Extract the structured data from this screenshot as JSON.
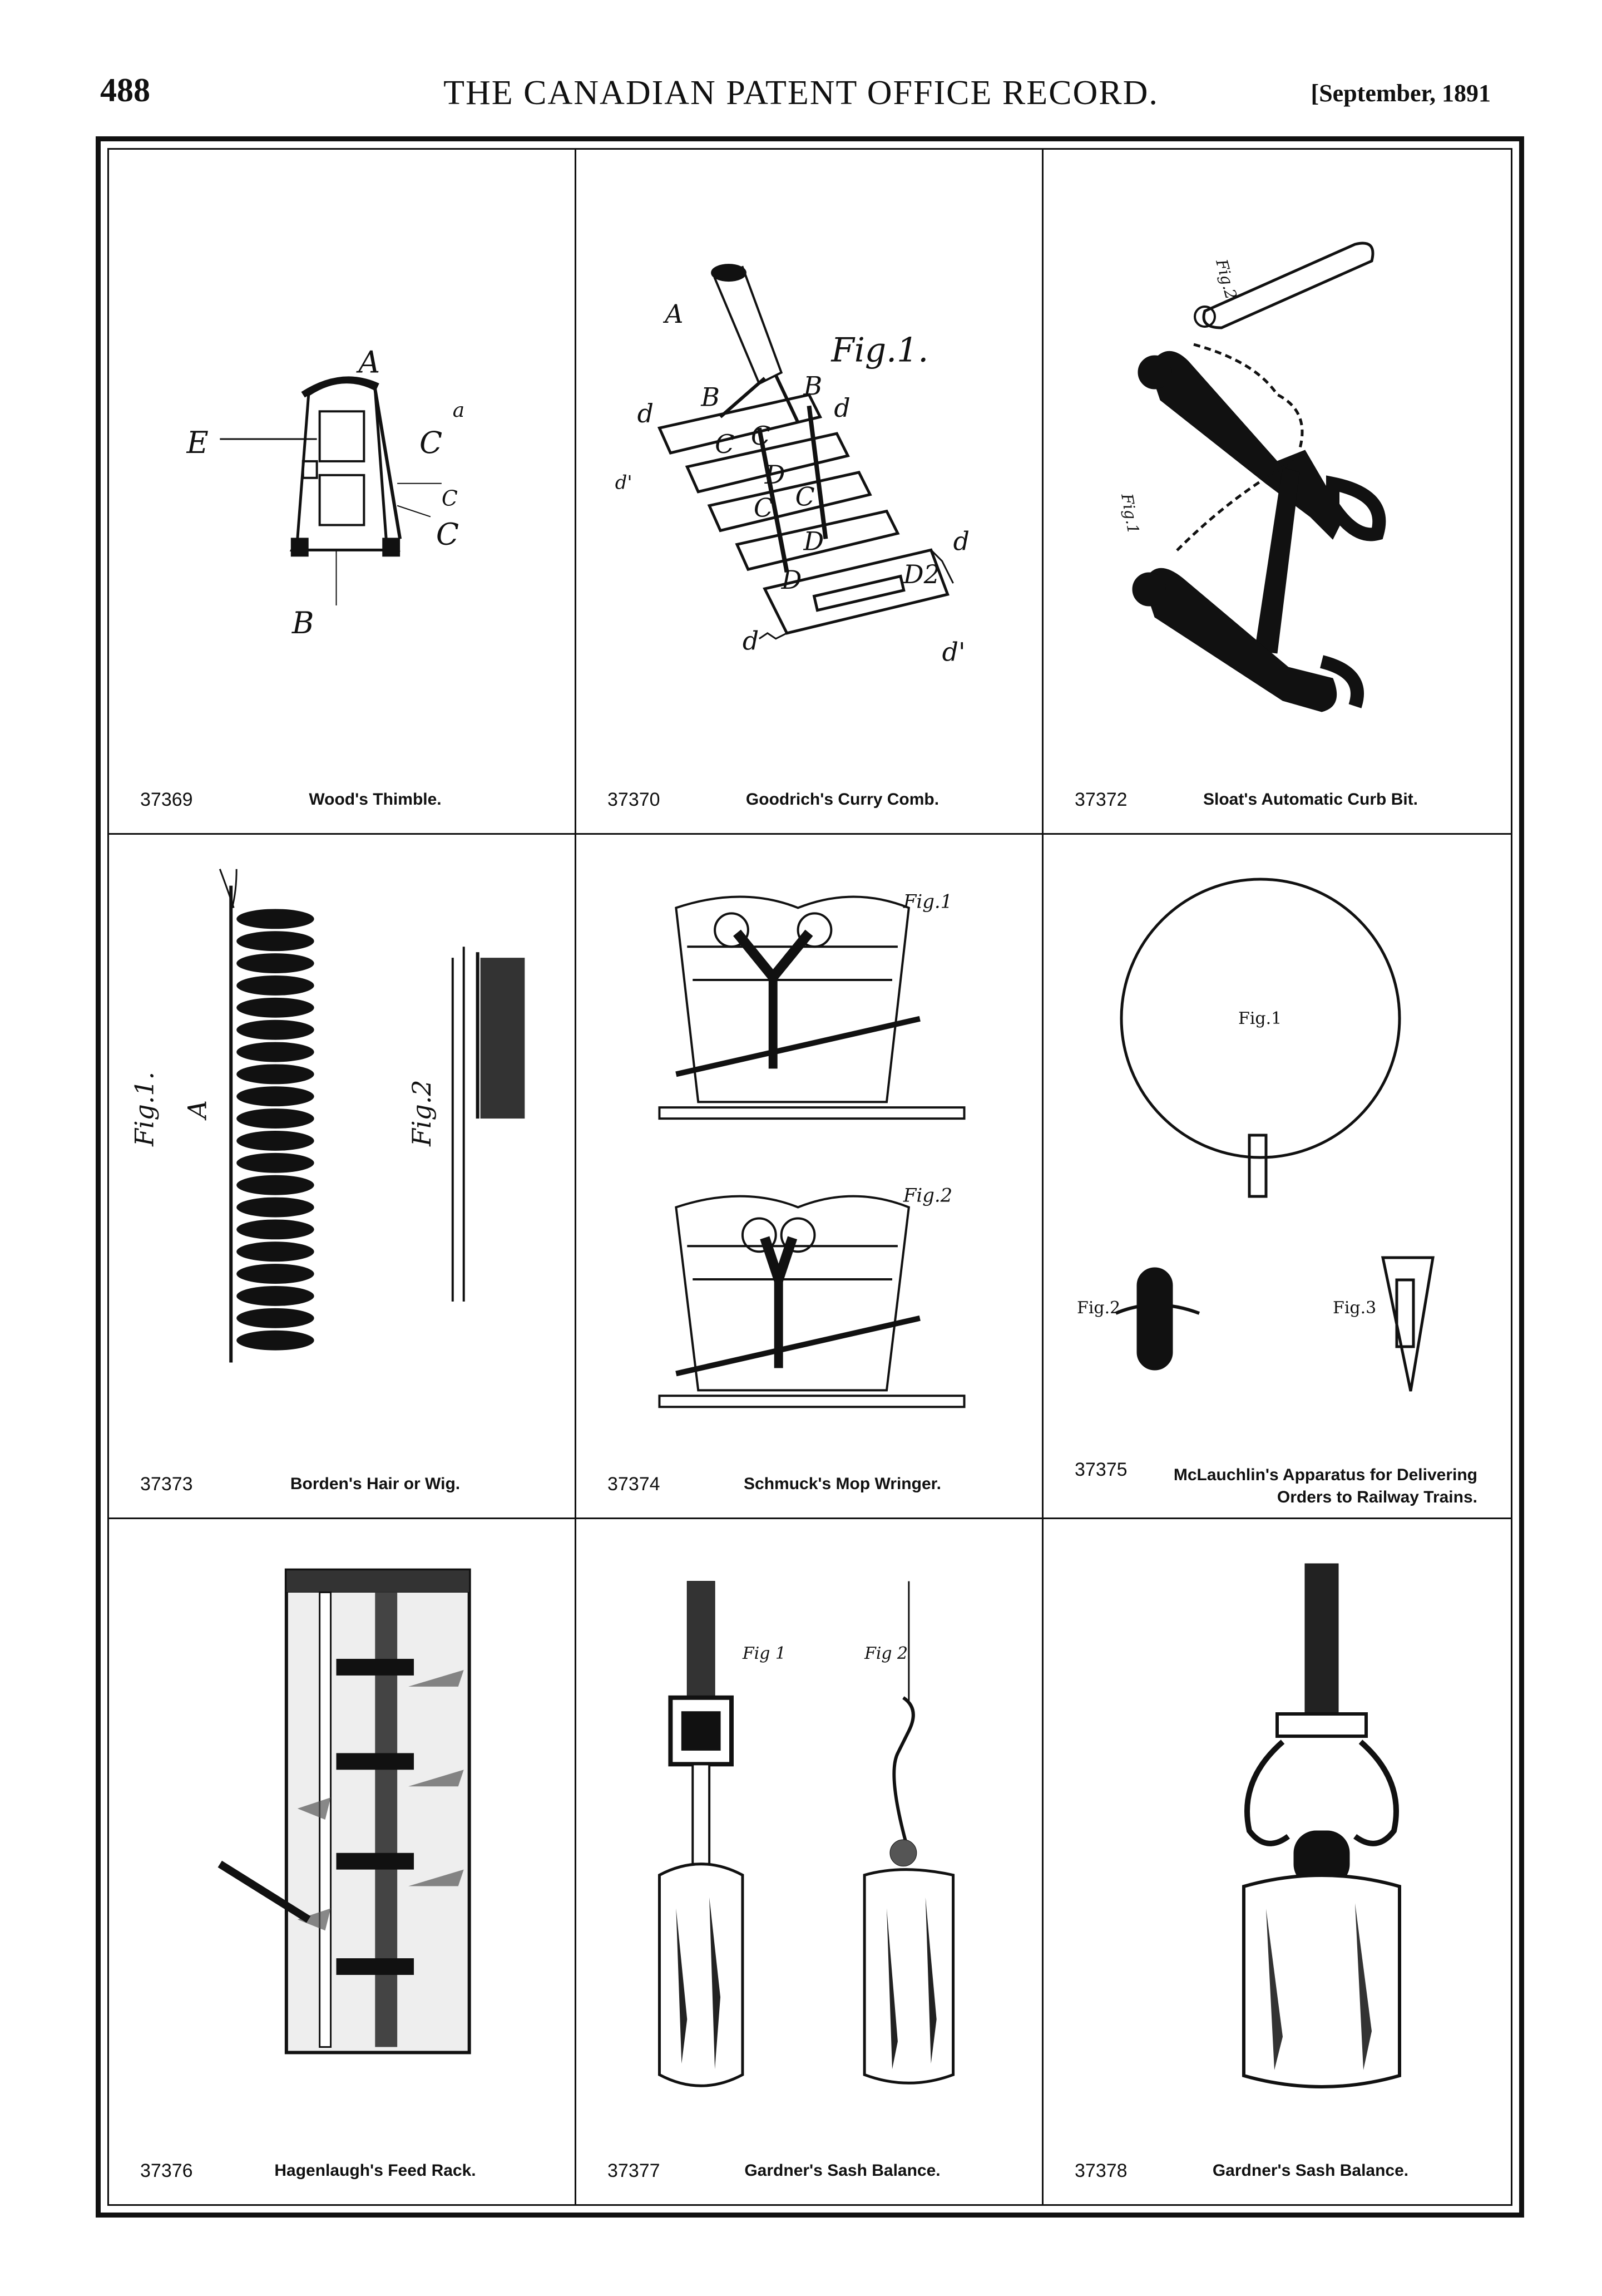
{
  "header": {
    "page_number": "488",
    "journal_title": "THE CANADIAN PATENT OFFICE RECORD.",
    "issue_date": "[September, 1891"
  },
  "patents": [
    {
      "number": "37369",
      "title": "Wood's Thimble.",
      "drawing": "thimble-drawing",
      "labels": [
        "A",
        "E",
        "C",
        "C",
        "C",
        "B",
        "a"
      ]
    },
    {
      "number": "37370",
      "title": "Goodrich's Curry Comb.",
      "drawing": "curry-comb-drawing",
      "labels": [
        "A",
        "B",
        "B",
        "d",
        "d",
        "C",
        "C",
        "D",
        "C",
        "C",
        "D",
        "D",
        "d",
        "d'",
        "D2",
        "d",
        "d'",
        "Fig.1."
      ]
    },
    {
      "number": "37372",
      "title": "Sloat's Automatic Curb Bit.",
      "drawing": "curb-bit-drawing",
      "labels": [
        "Fig.2",
        "Fig.1"
      ]
    },
    {
      "number": "37373",
      "title": "Borden's Hair or Wig.",
      "drawing": "wig-drawing",
      "labels": [
        "Fig.1.",
        "A",
        "Fig.2"
      ]
    },
    {
      "number": "37374",
      "title": "Schmuck's Mop Wringer.",
      "drawing": "mop-wringer-drawing",
      "labels": [
        "Fig.1",
        "Fig.2"
      ]
    },
    {
      "number": "37375",
      "title": "McLauchlin's Apparatus for Delivering Orders to Railway Trains.",
      "drawing": "delivery-apparatus-drawing",
      "labels": [
        "Fig.1",
        "Fig.2",
        "Fig.3"
      ]
    },
    {
      "number": "37376",
      "title": "Hagenlaugh's Feed Rack.",
      "drawing": "feed-rack-drawing",
      "labels": []
    },
    {
      "number": "37377",
      "title": "Gardner's Sash Balance.",
      "drawing": "sash-balance-drawing-a",
      "labels": [
        "Fig 1",
        "Fig 2"
      ]
    },
    {
      "number": "37378",
      "title": "Gardner's Sash Balance.",
      "drawing": "sash-balance-drawing-b",
      "labels": []
    }
  ]
}
